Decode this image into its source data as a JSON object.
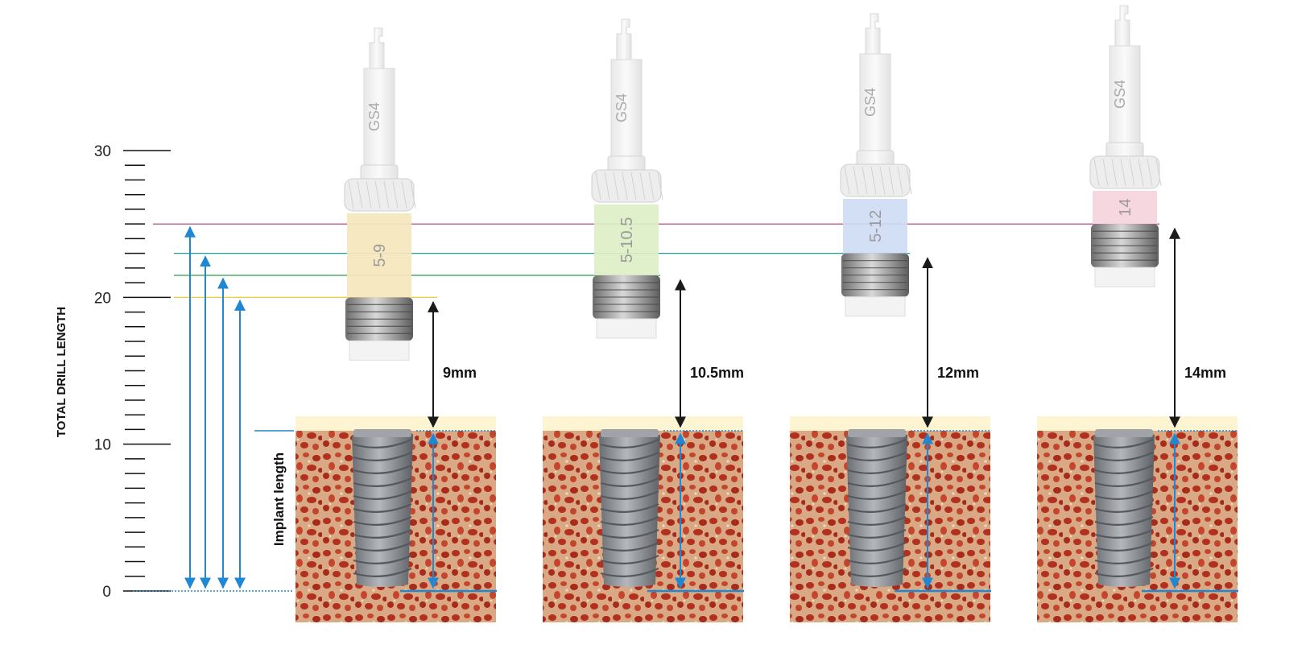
{
  "ruler": {
    "major_ticks": [
      {
        "value": 0,
        "label": "0"
      },
      {
        "value": 10,
        "label": "10"
      },
      {
        "value": 20,
        "label": "20"
      },
      {
        "value": 30,
        "label": "30"
      }
    ],
    "range": [
      0,
      30
    ],
    "minor_step": 1
  },
  "labels": {
    "y_axis": "TOTAL DRILL LENGTH",
    "implant_length": "Implant length"
  },
  "drills": [
    {
      "marking": "GS4",
      "stop_label": "5-9",
      "depth_label": "9mm",
      "stop_color": "#f5e7bd",
      "ref_line_color": "#f0c020",
      "total_length": 20.0
    },
    {
      "marking": "GS4",
      "stop_label": "5-10.5",
      "depth_label": "10.5mm",
      "stop_color": "#dcefc6",
      "ref_line_color": "#2e9d4a",
      "total_length": 21.5
    },
    {
      "marking": "GS4",
      "stop_label": "5-12",
      "depth_label": "12mm",
      "stop_color": "#cfdcf3",
      "ref_line_color": "#1e9aa0",
      "total_length": 23.0
    },
    {
      "marking": "GS4",
      "stop_label": "14",
      "depth_label": "14mm",
      "stop_color": "#f5d4dc",
      "ref_line_color": "#b0307c",
      "total_length": 25.0
    }
  ],
  "colors": {
    "dimension_arrows": "#1e88d4",
    "bone_surface": "#fdf5d2",
    "bone_base": "#d9a884",
    "bone_pore": "#b3301f",
    "implant": "#8c9096",
    "depth_arrows": "#1a1a1a"
  }
}
